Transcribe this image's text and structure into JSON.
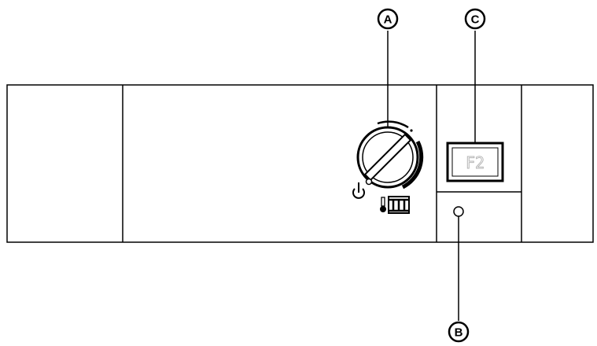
{
  "callouts": {
    "a": "A",
    "b": "B",
    "c": "C"
  },
  "display": {
    "readout": "F2"
  },
  "icons": {
    "power": "power-icon",
    "thermometer": "thermometer-icon",
    "radiator": "radiator-icon"
  },
  "colors": {
    "stroke": "#000000",
    "display_segments": "#b0b0b0",
    "background": "#ffffff"
  }
}
